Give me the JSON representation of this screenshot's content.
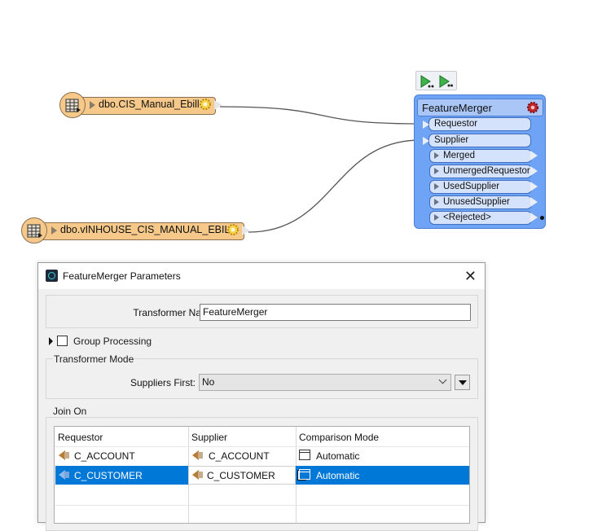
{
  "canvas": {
    "reader1": {
      "name": "dbo.CIS_Manual_Ebill"
    },
    "reader2": {
      "name": "dbo.vINHOUSE_CIS_MANUAL_EBILL"
    },
    "transformer": {
      "title": "FeatureMerger",
      "input_ports": [
        "Requestor",
        "Supplier"
      ],
      "output_ports": [
        "Merged",
        "UnmergedRequestor",
        "UsedSupplier",
        "UnusedSupplier",
        "<Rejected>"
      ]
    }
  },
  "dialog": {
    "title": "FeatureMerger Parameters",
    "transformer_name_label": "Transformer Name:",
    "transformer_name_value": "FeatureMerger",
    "group_processing_label": "Group Processing",
    "transformer_mode_label": "Transformer Mode",
    "suppliers_first_label": "Suppliers First:",
    "suppliers_first_value": "No",
    "join_on_label": "Join On",
    "table": {
      "headers": [
        "Requestor",
        "Supplier",
        "Comparison Mode"
      ],
      "rows": [
        {
          "requestor": "C_ACCOUNT",
          "supplier": "C_ACCOUNT",
          "mode": "Automatic",
          "selected": false
        },
        {
          "requestor": "C_CUSTOMER",
          "supplier": "C_CUSTOMER",
          "mode": "Automatic",
          "selected": true
        }
      ]
    }
  },
  "colors": {
    "reader_fill": "#f6c98a",
    "transformer_fill": "#6fa3f5",
    "selection": "#0078d7",
    "link": "#555555"
  }
}
